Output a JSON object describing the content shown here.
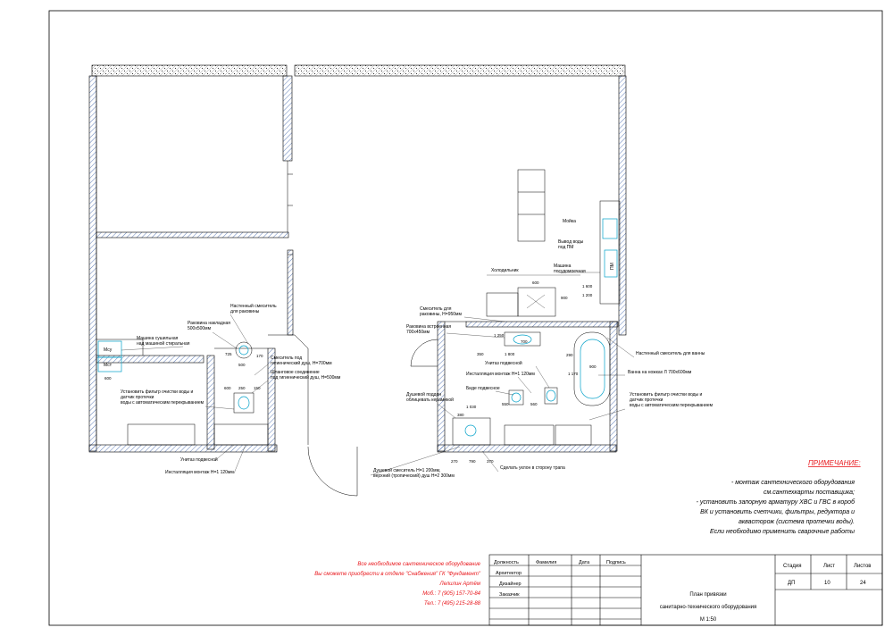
{
  "labels": {
    "sink": "Мойка",
    "dw_outlet": "Вывод воды",
    "dw_outlet2": "под ПМ",
    "dishwasher": "Машина",
    "dishwasher2": "посудомоечная",
    "fridge": "Холодильник",
    "sink_mixer": "Смеситель для",
    "sink_mixer2": "раковины, Н=950мм",
    "built_in_basin": "Раковина встроенная",
    "built_in_basin2": "700х450мм",
    "wall_mixer_bath": "Настенный смеситель для ванны",
    "bath": "Ванна на ножках Л 700х600мм",
    "wall_wc": "Унитаз подвесной",
    "install_module": "Инсталляция монтаж Н=1 120мм",
    "bidet": "Биде подвесное",
    "shower_tray": "Душевой поддон",
    "shower_tray2": "облицевать керамикой",
    "filter_right": "Установить фильтр очистки воды и",
    "filter_right2": "датчик протечки",
    "filter_right3": "воды с автоматическим перекрыванием",
    "shower_mixer": "Душевой смеситель Н=1 200мм,",
    "shower_mixer2": "верхний (тропический) душ Н=2 300мм",
    "slope": "Сделать уклон в сторону трапа",
    "wall_mixer_basin": "Настенный смеситель",
    "wall_mixer_basin2": "для раковины",
    "basin": "Раковина накладная",
    "basin2": "500х500мм",
    "washer": "Машина сушильная",
    "washer2": "над машиной стиральная",
    "hyg_mixer": "Смеситель под",
    "hyg_mixer2": "гигиенический душ, Н=700мм",
    "hose": "Шланговое соединение",
    "hose2": "под гигиенический душ, Н=500мм",
    "filter_left": "Установить фильтр очистки воды и",
    "filter_left2": "датчик протечки",
    "filter_left3": "воды с автоматическим перекрыванием",
    "wc_left": "Унитаз подвесной",
    "install_left": "Инсталляция монтаж Н=1 120мм",
    "msu": "Мсу",
    "mst": "Мст",
    "pm": "ПМ"
  },
  "dims": {
    "d600a": "600",
    "d600b": "600",
    "d1600": "1 600",
    "d1200": "1 200",
    "d900": "900",
    "d1250": "1 250",
    "d700": "700",
    "d350": "350",
    "d1800": "1 800",
    "d290": "290",
    "d1170": "1 170",
    "d900b": "900",
    "d550": "550",
    "d560": "560",
    "d1030": "1 030",
    "d380": "380",
    "d270": "270",
    "d790": "790",
    "d370": "370",
    "d725": "725",
    "d500": "500",
    "d170": "170",
    "d250": "250",
    "d600c": "600",
    "d150": "150"
  },
  "notes": {
    "heading": "ПРИМЕЧАНИЕ:",
    "line1": "- монтаж сантехнического оборудования",
    "line2": "см.сантехкарты поставщика;",
    "line3": "- установить запорную арматуру ХВС и ГВС в короб",
    "line4": "ВК и установить счетчики, фильтры, редуктора и",
    "line5": "аквасторож (система протечки воды).",
    "line6": "Если необходимо применить сварочные работы"
  },
  "promo": {
    "line1": "Все необходимое сантехническое оборудование",
    "line2": "Вы сможете приобрести в отделе \"Снабжения\" ГК \"Фундамент\"",
    "line3": "Лелилин Артём",
    "line4": "Моб.: 7 (905) 157-70-84",
    "line5": "Тел.: 7 (495) 215-28-88"
  },
  "title_block": {
    "col_role": "Должность",
    "col_surname": "Фамилия",
    "col_date": "Дата",
    "col_sign": "Подпись",
    "row1": "Архитектор",
    "row2": "Дизайнер",
    "row3": "Заказчик",
    "stage_h": "Стадия",
    "sheet_h": "Лист",
    "sheets_h": "Листов",
    "stage": "ДП",
    "sheet": "10",
    "sheets": "24",
    "title1": "План привязки",
    "title2": "санитарно-технического оборудования",
    "scale": "М 1:50"
  },
  "colors": {
    "wall_hatch": "#3a5fa8",
    "accent_cyan": "#00a0c8",
    "red_text": "#e8161b"
  }
}
